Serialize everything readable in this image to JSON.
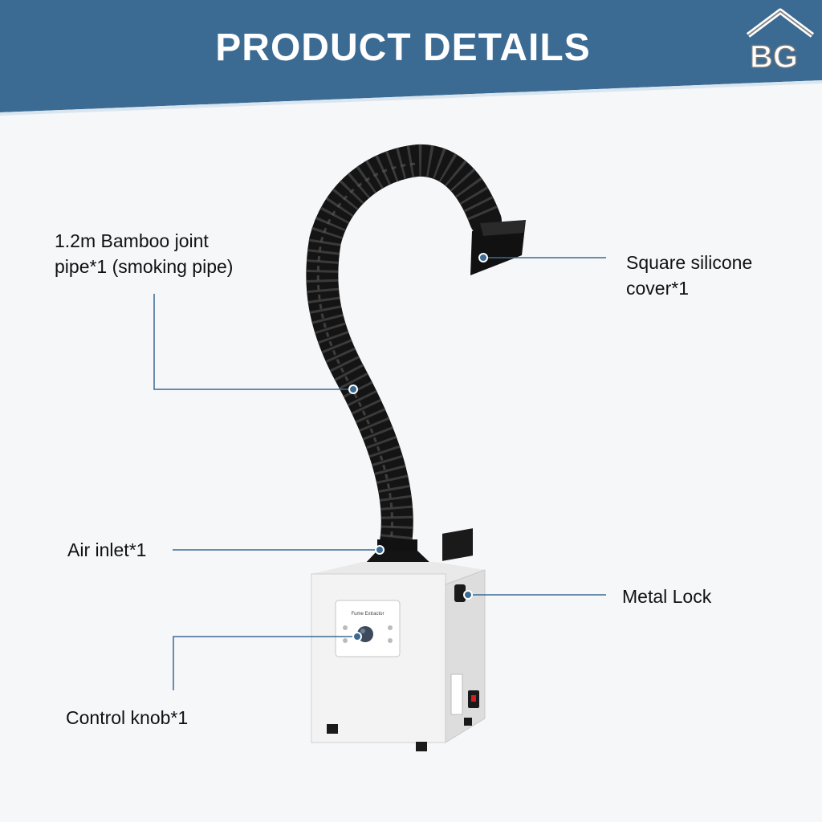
{
  "header": {
    "title": "PRODUCT DETAILS",
    "logo_text": "BG",
    "band_color": "#3b6a93"
  },
  "product": {
    "panel_title": "Fume Extractor",
    "body_color": "#f4f4f4",
    "pipe_color": "#141414"
  },
  "callouts": {
    "pipe": {
      "line1": "1.2m Bamboo joint",
      "line2": "pipe*1 (smoking pipe)"
    },
    "cover": {
      "line1": "Square silicone",
      "line2": "cover*1"
    },
    "inlet": {
      "line1": "Air inlet*1"
    },
    "lock": {
      "line1": "Metal Lock"
    },
    "knob": {
      "line1": "Control knob*1"
    },
    "line_color": "#3b6a93"
  }
}
